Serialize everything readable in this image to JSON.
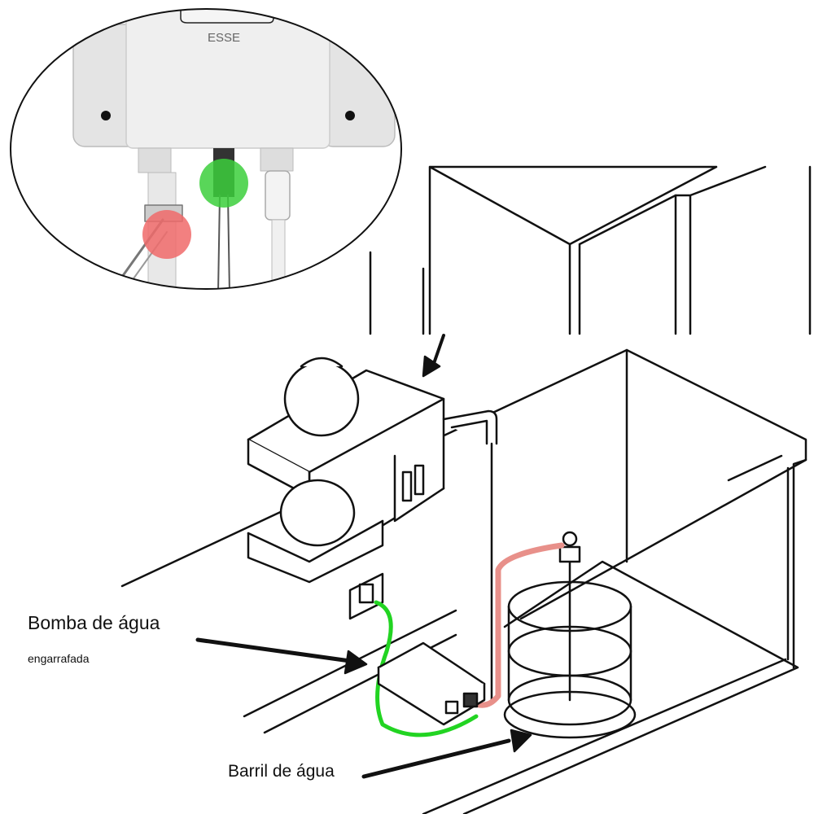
{
  "inset": {
    "device_label": "ESSE"
  },
  "labels": {
    "pump_line1": "Bomba de água",
    "pump_line2": "engarrafada",
    "barrel": "Barril de água"
  },
  "colors": {
    "inlet_marker": "#f06a6a",
    "power_marker": "#3ccf3c",
    "green_hose": "#22d422",
    "red_hose": "#e8908a"
  }
}
